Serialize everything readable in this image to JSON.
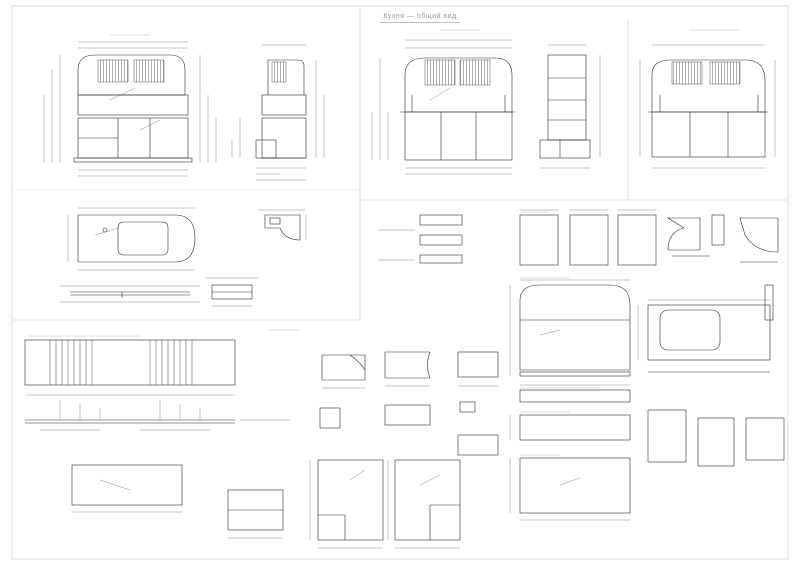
{
  "sheet": {
    "title": "Кухня — общий вид",
    "drawing_color": "#2a2a2a",
    "dim_color": "#5a5a5a",
    "frame_color": "#c8c8c8"
  },
  "views": [
    {
      "id": "front-view"
    },
    {
      "id": "side-view"
    },
    {
      "id": "facade-view"
    },
    {
      "id": "rear-view"
    },
    {
      "id": "tabletop-plan"
    },
    {
      "id": "corner-detail"
    },
    {
      "id": "section-a"
    },
    {
      "id": "section-b"
    },
    {
      "id": "panel-cutting-layout"
    },
    {
      "id": "parts-list"
    }
  ]
}
